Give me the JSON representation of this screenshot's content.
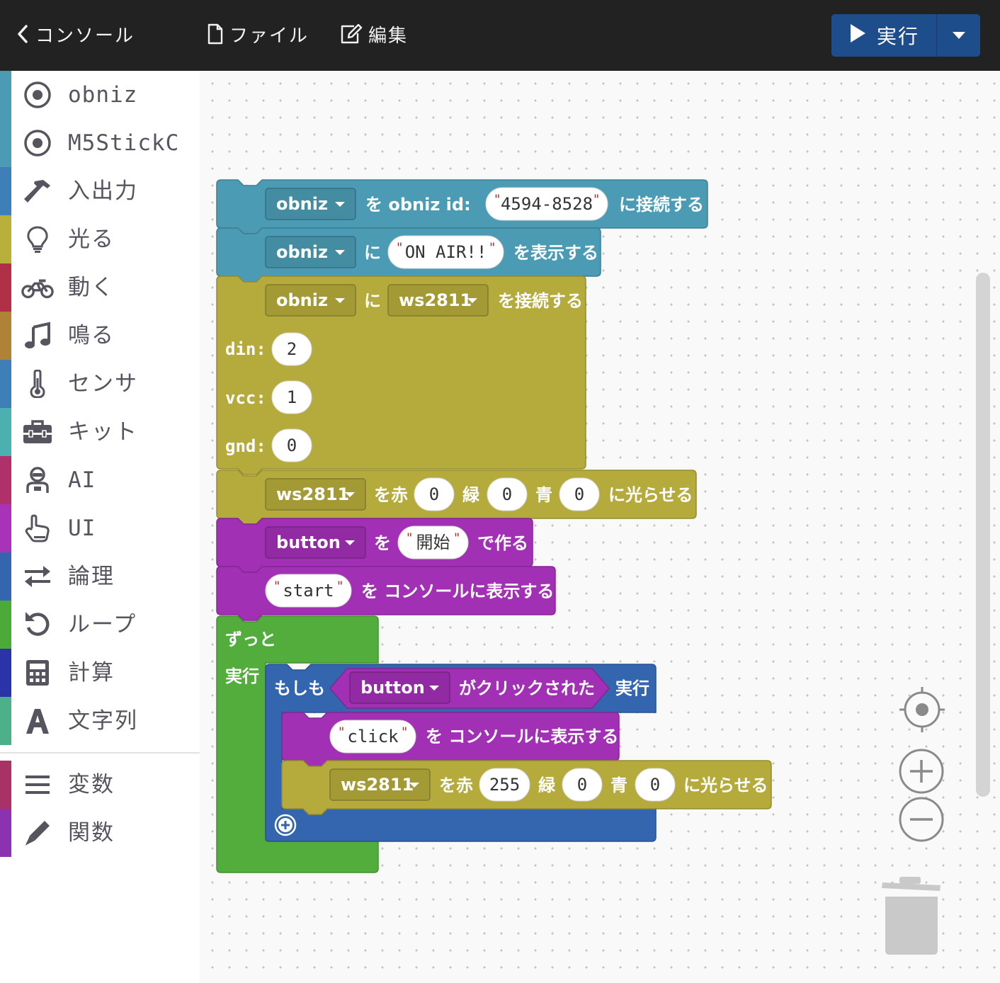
{
  "topbar": {
    "console_label": "コンソール",
    "file_label": "ファイル",
    "edit_label": "編集",
    "run_label": "実行"
  },
  "sidebar": {
    "categories": [
      {
        "label": "obniz",
        "icon": "obniz-target-icon",
        "color": "#4a9bb3"
      },
      {
        "label": "M5StickC",
        "icon": "m5stickc-target-icon",
        "color": "#4a9bb3"
      },
      {
        "label": "入出力",
        "icon": "hammer-icon",
        "color": "#3f7fb8"
      },
      {
        "label": "光る",
        "icon": "lightbulb-icon",
        "color": "#b8b03a"
      },
      {
        "label": "動く",
        "icon": "motorcycle-icon",
        "color": "#b03048"
      },
      {
        "label": "鳴る",
        "icon": "music-note-icon",
        "color": "#b08238"
      },
      {
        "label": "センサ",
        "icon": "thermometer-icon",
        "color": "#3f7fb8"
      },
      {
        "label": "キット",
        "icon": "toolbox-icon",
        "color": "#4cb0b0"
      },
      {
        "label": "AI",
        "icon": "robot-icon",
        "color": "#b0306a"
      },
      {
        "label": "UI",
        "icon": "pointing-hand-icon",
        "color": "#a832b8"
      },
      {
        "label": "論理",
        "icon": "exchange-arrows-icon",
        "color": "#3466b0"
      },
      {
        "label": "ループ",
        "icon": "loop-arrow-icon",
        "color": "#4caa38"
      },
      {
        "label": "計算",
        "icon": "calculator-icon",
        "color": "#2a34a8"
      },
      {
        "label": "文字列",
        "icon": "letter-a-icon",
        "color": "#4cb08a"
      }
    ],
    "extra_categories": [
      {
        "label": "変数",
        "icon": "list-lines-icon",
        "color": "#a83266"
      },
      {
        "label": "関数",
        "icon": "pen-icon",
        "color": "#8a32b0"
      }
    ]
  },
  "blocks": {
    "connect": {
      "device": "obniz",
      "text1": "を obniz id:",
      "id_value": "4594-8528",
      "text2": "に接続する"
    },
    "display": {
      "device": "obniz",
      "text1": "に",
      "value": "ON AIR!!",
      "text2": "を表示する"
    },
    "ws_connect": {
      "device": "obniz",
      "text1": "に",
      "part": "ws2811",
      "text2": "を接続する",
      "din_label": "din:",
      "din": "2",
      "vcc_label": "vcc:",
      "vcc": "1",
      "gnd_label": "gnd:",
      "gnd": "0"
    },
    "light1": {
      "part": "ws2811",
      "red_label": "を赤",
      "red": "0",
      "green_label": "緑",
      "green": "0",
      "blue_label": "青",
      "blue": "0",
      "tail": "に光らせる"
    },
    "button_make": {
      "part": "button",
      "text1": "を",
      "value": "開始",
      "text2": "で作る"
    },
    "log_start": {
      "value": "start",
      "text1": "を コンソールに表示する"
    },
    "forever": {
      "label": "ずっと",
      "do_label": "実行"
    },
    "if_block": {
      "label": "もしも",
      "part": "button",
      "cond_text": "がクリックされた",
      "do_label": "実行"
    },
    "log_click": {
      "value": "click",
      "text1": "を コンソールに表示する"
    },
    "light2": {
      "part": "ws2811",
      "red_label": "を赤",
      "red": "255",
      "green_label": "緑",
      "green": "0",
      "blue_label": "青",
      "blue": "0",
      "tail": "に光らせる"
    }
  },
  "colors": {
    "obniz": "#4a9bb3",
    "light": "#b5ab3c",
    "ui": "#a230b5",
    "loop": "#53ad3c",
    "logic": "#3466b0"
  }
}
